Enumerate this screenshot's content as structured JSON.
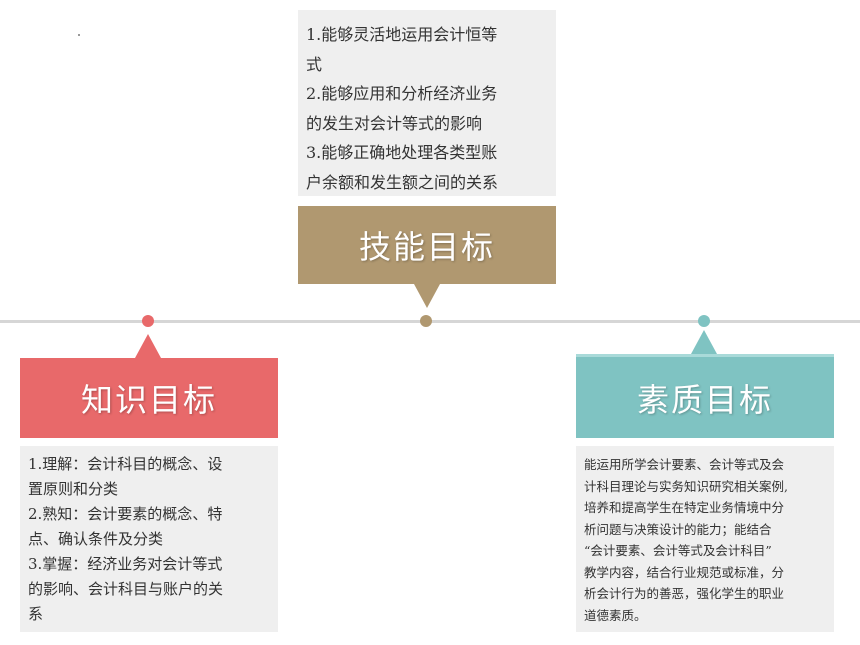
{
  "skill": {
    "title": "技能目标",
    "lines": [
      "1.能够灵活地运用会计恒等",
      "式",
      "2.能够应用和分析经济业务",
      "的发生对会计等式的影响",
      "3.能够正确地处理各类型账",
      "户余额和发生额之间的关系"
    ],
    "color": "#b09870"
  },
  "knowledge": {
    "title": "知识目标",
    "lines": [
      "1.理解：会计科目的概念、设",
      "置原则和分类",
      "2.熟知：会计要素的概念、特",
      "点、确认条件及分类",
      "3.掌握：经济业务对会计等式",
      "的影响、会计科目与账户的关",
      "系"
    ],
    "color": "#e8696a"
  },
  "quality": {
    "title": "素质目标",
    "lines": [
      "能运用所学会计要素、会计等式及会",
      "计科目理论与实务知识研究相关案例,",
      "培养和提高学生在特定业务情境中分",
      "析问题与决策设计的能力；能结合",
      "“会计要素、会计等式及会计科目”",
      "教学内容，结合行业规范或标准，分",
      "析会计行为的善恶，强化学生的职业",
      "道德素质。"
    ],
    "color": "#7fc3c2"
  },
  "timeline_color": "#d6d6d6"
}
